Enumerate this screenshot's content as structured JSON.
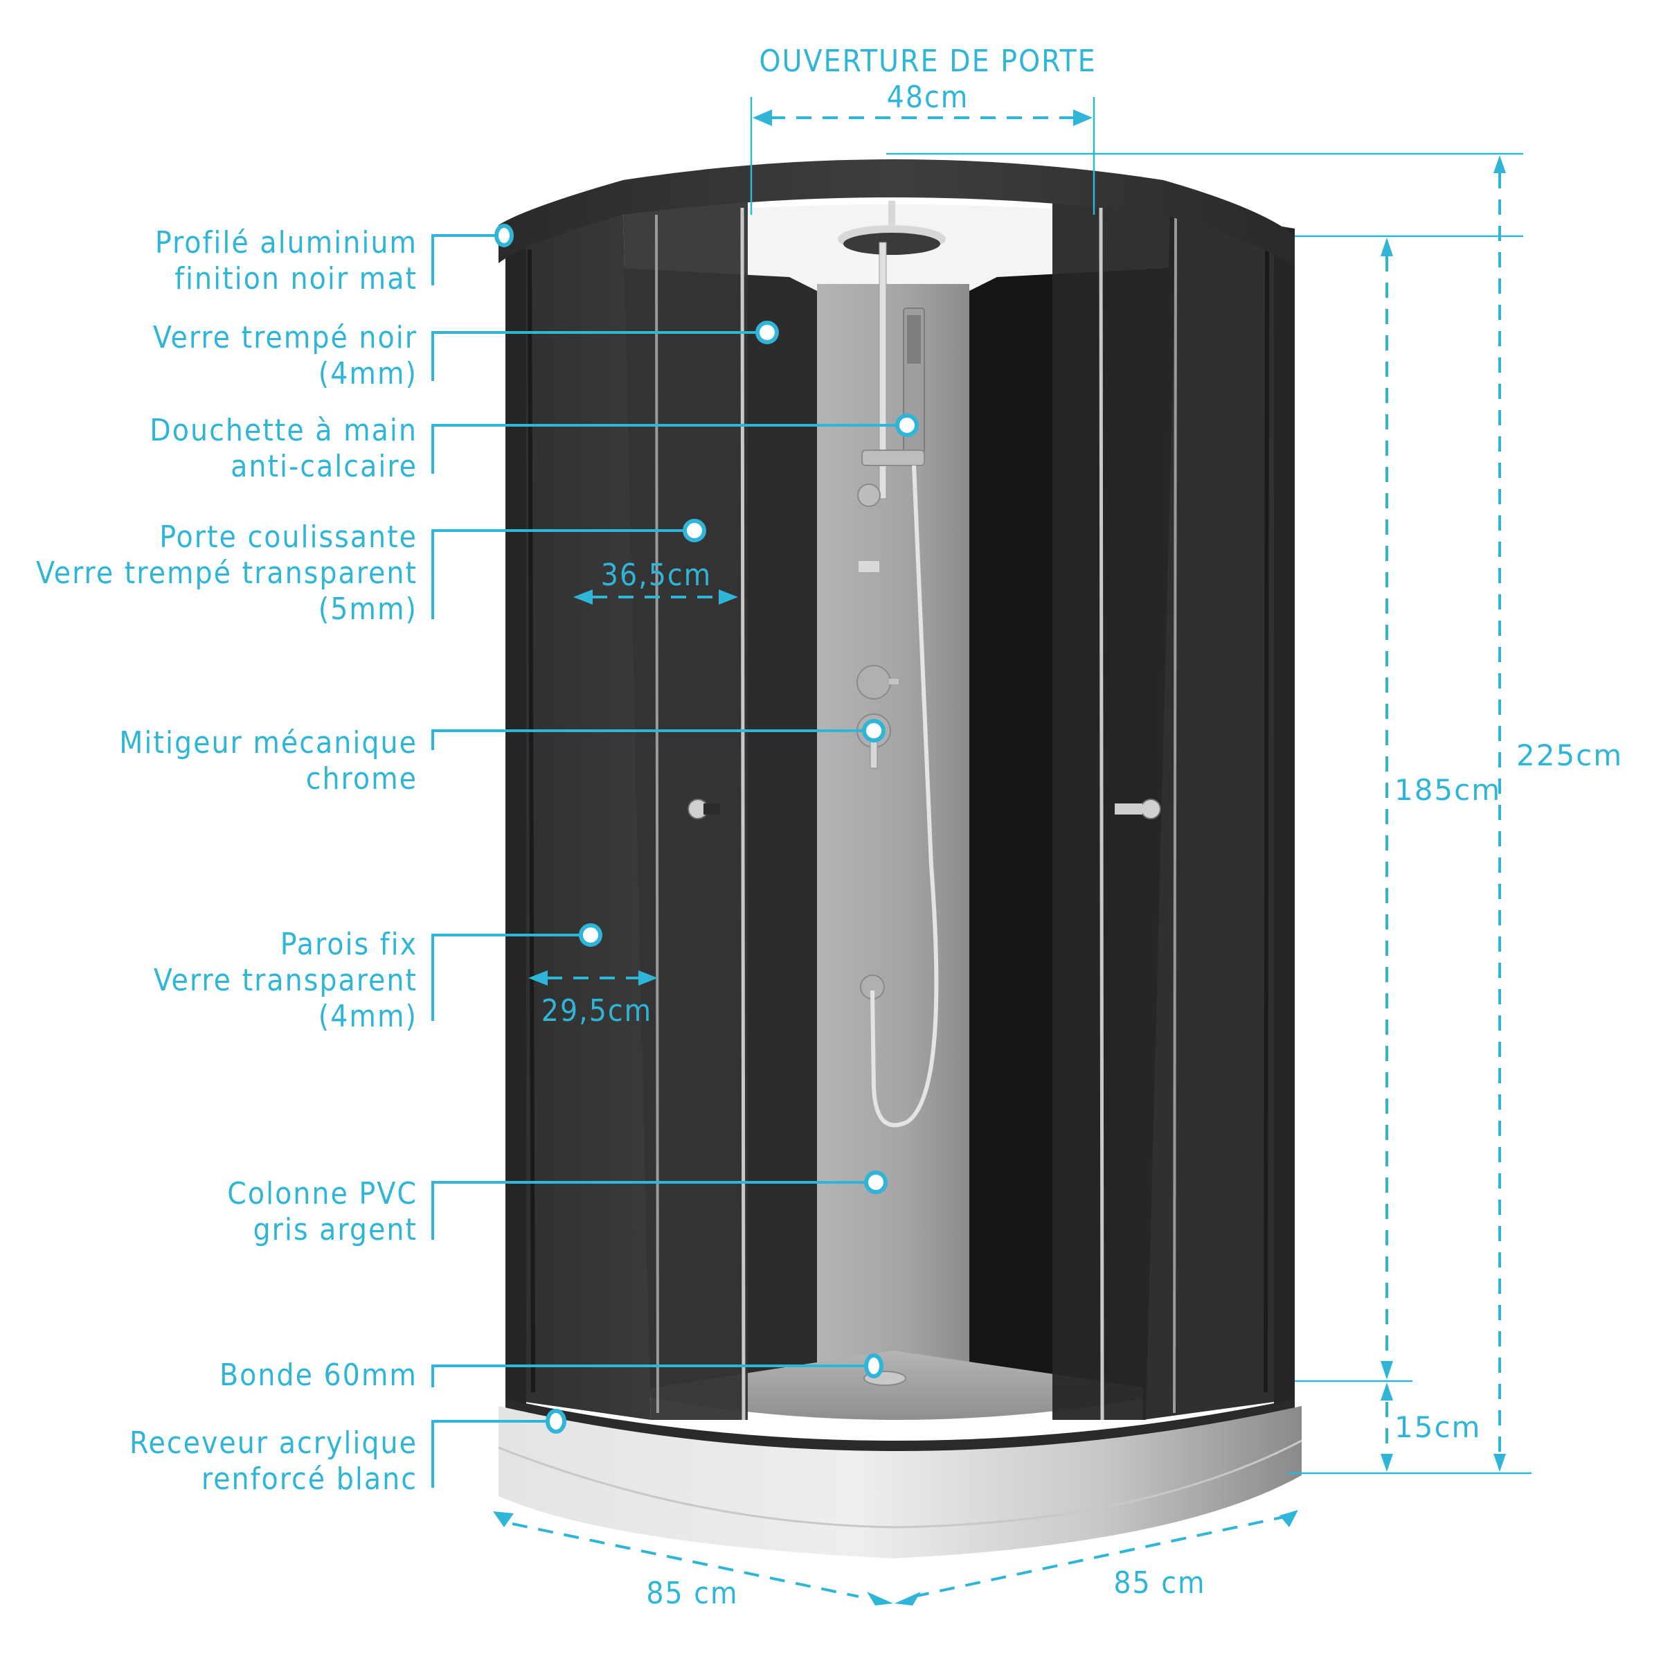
{
  "title": "Cabine de douche – schéma descriptif",
  "colors": {
    "accent": "#2fb5d8",
    "frame": "#2e2e2e",
    "glass_dark": "#1c1c1c",
    "column": "#a9a9a9",
    "tray": "#eeeeee"
  },
  "door_opening": {
    "title": "OUVERTURE DE PORTE",
    "value": "48cm"
  },
  "callouts": [
    {
      "lines": [
        "Profilé aluminium",
        "finition noir mat"
      ]
    },
    {
      "lines": [
        "Verre trempé noir",
        "(4mm)"
      ]
    },
    {
      "lines": [
        "Douchette à main",
        "anti-calcaire"
      ]
    },
    {
      "lines": [
        "Porte coulissante",
        "Verre trempé transparent",
        "(5mm)"
      ]
    },
    {
      "lines": [
        "Mitigeur mécanique",
        "chrome"
      ]
    },
    {
      "lines": [
        "Parois fix",
        "Verre transparent",
        "(4mm)"
      ]
    },
    {
      "lines": [
        "Colonne PVC",
        "gris argent"
      ]
    },
    {
      "lines": [
        "Bonde 60mm"
      ]
    },
    {
      "lines": [
        "Receveur acrylique",
        "renforcé blanc"
      ]
    }
  ],
  "dimensions": {
    "door_width": "36,5cm",
    "fixed_panel_width": "29,5cm",
    "height_cabin": "185cm",
    "height_total": "225cm",
    "height_tray": "15cm",
    "depth_left": "85 cm",
    "depth_right": "85 cm"
  }
}
